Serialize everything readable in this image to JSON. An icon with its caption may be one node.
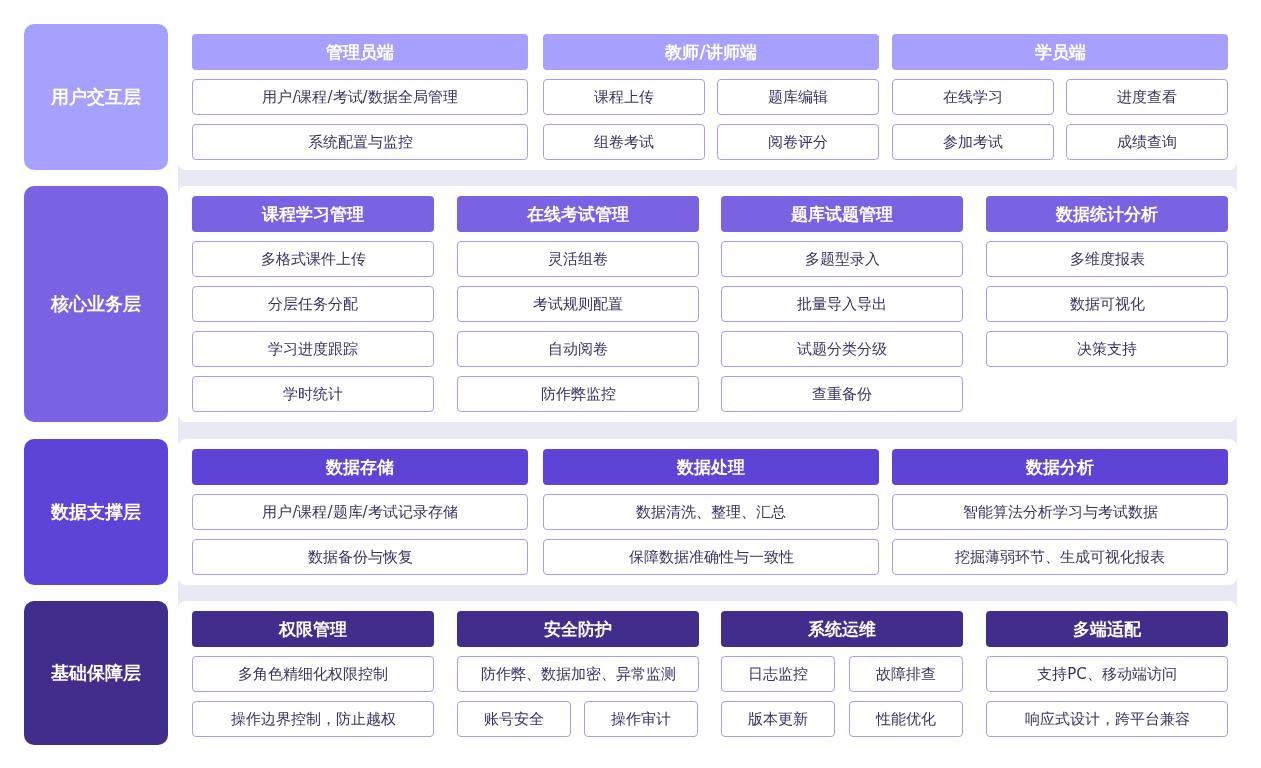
{
  "diagram": {
    "nodes": [
      {
        "text": [
          "用户交互层"
        ]
      },
      {
        "text": [],
        "shape": "box"
      },
      {
        "text": [
          "管理员端"
        ],
        "in": 1
      },
      {
        "text": [
          "用户/课程/考试/数据全局管理"
        ],
        "in": 1
      },
      {
        "text": [
          "系统配置与监控"
        ],
        "in": 1
      },
      {
        "text": [
          "教师/讲师端"
        ],
        "in": 1
      },
      {
        "text": [
          "课程上传"
        ],
        "in": 1
      },
      {
        "text": [
          "题库编辑"
        ],
        "in": 1
      },
      {
        "text": [
          "组卷考试"
        ],
        "in": 1
      },
      {
        "text": [
          "阅卷评分"
        ],
        "in": 1
      },
      {
        "text": [
          "学员端"
        ],
        "in": 1
      },
      {
        "text": [
          "在线学习"
        ],
        "in": 1
      },
      {
        "text": [
          "进度查看"
        ],
        "in": 1
      },
      {
        "text": [
          "参加考试"
        ],
        "in": 1
      },
      {
        "text": [
          "成绩查询"
        ],
        "in": 1
      },
      {
        "text": [
          "核心业务层"
        ]
      },
      {
        "text": [],
        "shape": "box"
      },
      {
        "text": [
          "课程学习管理"
        ],
        "in": 16
      },
      {
        "text": [
          "多格式课件上传"
        ],
        "in": 16
      },
      {
        "text": [
          "分层任务分配"
        ],
        "in": 16
      },
      {
        "text": [
          "学习进度跟踪"
        ],
        "in": 16
      },
      {
        "text": [
          "学时统计"
        ],
        "in": 16
      },
      {
        "text": [
          "在线考试管理"
        ],
        "in": 16
      },
      {
        "text": [
          "灵活组卷"
        ],
        "in": 16
      },
      {
        "text": [
          "考试规则配置"
        ],
        "in": 16
      },
      {
        "text": [
          "自动阅卷"
        ],
        "in": 16
      },
      {
        "text": [
          "防作弊监控"
        ],
        "in": 16
      },
      {
        "text": [
          "题库试题管理"
        ],
        "in": 16
      },
      {
        "text": [
          "多题型录入"
        ],
        "in": 16
      },
      {
        "text": [
          "批量导入导出"
        ],
        "in": 16
      },
      {
        "text": [
          "试题分类分级"
        ],
        "in": 16
      },
      {
        "text": [
          "查重备份"
        ],
        "in": 16
      },
      {
        "text": [
          "数据统计分析"
        ],
        "in": 16
      },
      {
        "text": [
          "多维度报表"
        ],
        "in": 16
      },
      {
        "text": [
          "数据可视化"
        ],
        "in": 16
      },
      {
        "text": [
          "决策支持"
        ],
        "in": 16
      },
      {
        "text": [
          "数据支撑层"
        ]
      },
      {
        "text": [],
        "shape": "box"
      },
      {
        "text": [
          "数据存储"
        ],
        "in": 37
      },
      {
        "text": [
          "用户/课程/题库/考试记录存储"
        ],
        "in": 37
      },
      {
        "text": [
          "数据备份与恢复"
        ],
        "in": 37
      },
      {
        "text": [
          "数据处理"
        ],
        "in": 37
      },
      {
        "text": [
          "数据清洗、整理、汇总"
        ],
        "in": 37
      },
      {
        "text": [
          "保障数据准确性与一致性"
        ],
        "in": 37
      },
      {
        "text": [
          "数据分析"
        ],
        "in": 37
      },
      {
        "text": [
          "智能算法分析学习与考试数据"
        ],
        "in": 37
      },
      {
        "text": [
          "挖掘薄弱环节、生成可视化报表"
        ],
        "in": 37
      },
      {
        "text": [
          "基础保障层"
        ]
      },
      {
        "text": [],
        "shape": "box"
      },
      {
        "text": [
          "权限管理"
        ],
        "in": 48
      },
      {
        "text": [
          "多角色精细化权限控制"
        ],
        "in": 48
      },
      {
        "text": [
          "操作边界控制，防止越权"
        ],
        "in": 48
      },
      {
        "text": [
          "安全防护"
        ],
        "in": 48
      },
      {
        "text": [
          "防作弊、数据加密、异常监测"
        ],
        "in": 48
      },
      {
        "text": [
          "账号安全"
        ],
        "in": 48
      },
      {
        "text": [
          "操作审计"
        ],
        "in": 48
      },
      {
        "text": [
          "系统运维"
        ],
        "in": 48
      },
      {
        "text": [
          "日志监控"
        ],
        "in": 48
      },
      {
        "text": [
          "故障排查"
        ],
        "in": 48
      },
      {
        "text": [
          "版本更新"
        ],
        "in": 48
      },
      {
        "text": [
          "性能优化"
        ],
        "in": 48
      },
      {
        "text": [
          "多端适配"
        ],
        "in": 48
      },
      {
        "text": [
          "支持PC、移动端访问"
        ],
        "in": 48
      },
      {
        "text": [
          "响应式设计，跨平台兼容"
        ],
        "in": 48
      }
    ]
  }
}
